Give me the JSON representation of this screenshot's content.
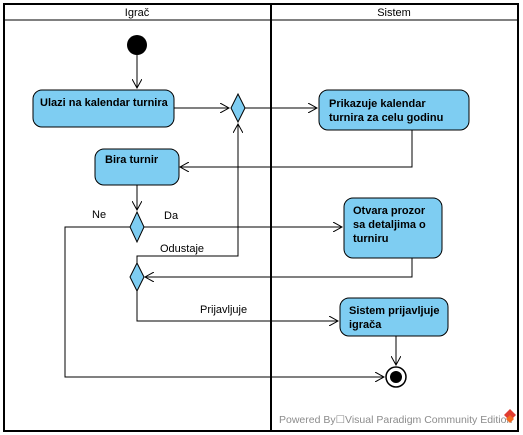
{
  "lanes": {
    "left": "Igrač",
    "right": "Sistem"
  },
  "actions": {
    "a1": [
      "Ulazi na kalendar turnira"
    ],
    "a2": [
      "Prikazuje kalendar",
      "turnira za celu godinu"
    ],
    "a3": [
      "Bira turnir"
    ],
    "a4": [
      "Otvara prozor",
      "sa detaljima o",
      "turniru"
    ],
    "a5": [
      "Sistem prijavljuje",
      "igrača"
    ]
  },
  "guards": {
    "ne": "Ne",
    "da": "Da",
    "odustaje": "Odustaje",
    "prijavljuje": "Prijavljuje"
  },
  "watermark": "Powered By☐Visual Paradigm Community Edition",
  "colors": {
    "action_fill": "#7ecdf2",
    "watermark_logo_top": "#e03c31",
    "watermark_logo_bottom": "#f26b21"
  }
}
